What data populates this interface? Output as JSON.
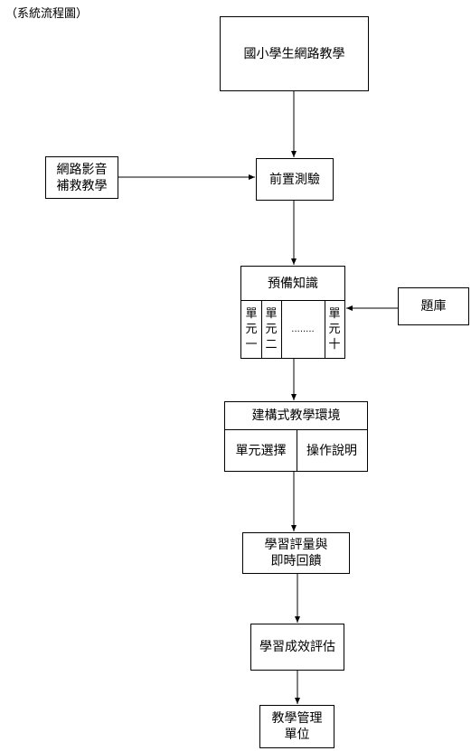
{
  "caption": "（系統流程圖）",
  "nodes": {
    "top": "國小學生網路教學",
    "remedial": "網路影音\n補救教學",
    "pretest": "前置測驗",
    "prep": {
      "title": "預備知識",
      "unit1": "單\n元\n一",
      "unit2": "單\n元\n二",
      "dots": "........",
      "unit10": "單\n元\n十"
    },
    "bank": "題庫",
    "constructive": {
      "title": "建構式教學環境",
      "left": "單元選擇",
      "right": "操作說明"
    },
    "assessment": "學習評量與\n即時回饋",
    "evaluation": "學習成效評估",
    "admin": "教學管理\n單位"
  }
}
